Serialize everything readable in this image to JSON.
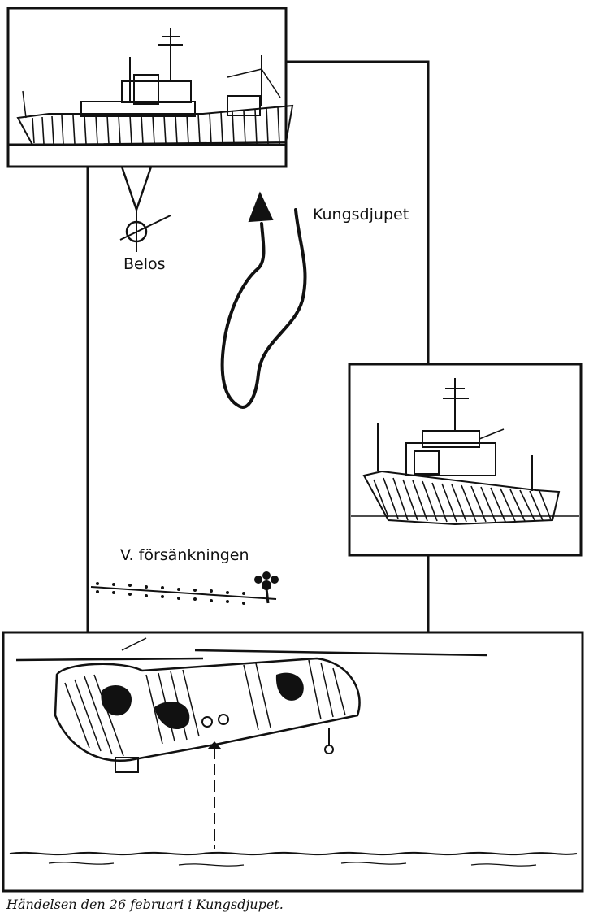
{
  "labels": {
    "belos": "Belos",
    "kungsdjupet": "Kungsdjupet",
    "forsankningen": "V. försänkningen"
  },
  "caption": "Händelsen den 26 februari i Kungsdjupet.",
  "colors": {
    "ink": "#111111",
    "paper": "#ffffff"
  }
}
